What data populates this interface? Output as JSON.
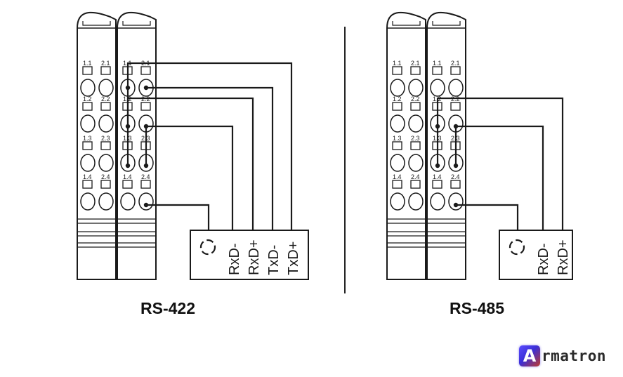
{
  "captions": {
    "left": "RS-422",
    "right": "RS-485"
  },
  "terminal_labels": [
    "1.1",
    "2.1",
    "1.2",
    "2.2",
    "1.3",
    "2.3",
    "1.4",
    "2.4"
  ],
  "connector_left": {
    "pins": [
      "RxD-",
      "RxD+",
      "TxD-",
      "TxD+"
    ]
  },
  "connector_right": {
    "pins": [
      "RxD-",
      "RxD+"
    ]
  },
  "ground_symbol": "shield-ring-icon",
  "brand": {
    "initial": "A",
    "rest": "rmatron",
    "colors": [
      "#5a4cff",
      "#c0392b"
    ]
  },
  "colors": {
    "line": "#1a1a1a",
    "background": "#ffffff"
  }
}
